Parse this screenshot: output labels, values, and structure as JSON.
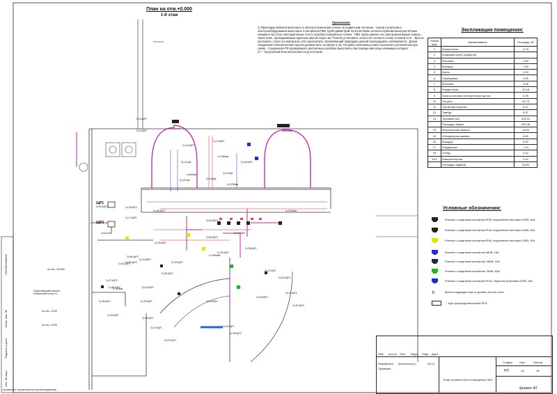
{
  "header": {
    "title": "План на отм.+0.000",
    "subtitle": "1-й этаж"
  },
  "notes": {
    "heading": "Примечания:",
    "items": [
      "1) Прокладку кабелей выполнить в электротехнических лотках за подвесным потолком , спуски к розеткам и электрооборудованию выполнить в негорючей ПВХ трубе диаметром 16,20,25,32мм согласно приложенным расчётным схемам в пустотах гипсокартонных стен и штробах в кирпичных стенах . ПВХ трубы крепить на электромонтажные хомуты , через 0,5м., прокидываемые красным цветом через 1м. Розетки установить на высоте согласно плану силовой сети . Трассы проложить строго по вертикали, или горизонтали. Заземляющий проводник длиной прокладывать затягиваются . Длина соединения электрической скрутки должна быть не менее 5 см. По факту монтажных работ выполнить исполнительную схему . Соединение РЕ-проводника в распаечных коробках выполнить при помощи винтовых клеммных колодок;",
      "2) * - внутренний блок расположен под потолком ."
    ]
  },
  "explication": {
    "title": "Экспликация помещения:",
    "headers": [
      "Номер пом.",
      "Наименование",
      "Площадь, м²"
    ],
    "rows": [
      [
        "1",
        "Загрузочная",
        "2.19"
      ],
      [
        "2",
        "Кладовая сухих продуктов",
        ""
      ],
      [
        "3",
        "Моечная",
        "2.59"
      ],
      [
        "4",
        "Коридор",
        "7.84"
      ],
      [
        "5",
        "Кухня",
        "2.53"
      ],
      [
        "6",
        "Сервировка",
        "3.95"
      ],
      [
        "7",
        "Моечная",
        "4.06"
      ],
      [
        "8",
        "Раздаточная",
        "12.18"
      ],
      [
        "9",
        "Зона установки электрических щитов",
        "0.39"
      ],
      [
        "10",
        "Св-узел",
        "32.73"
      ],
      [
        "11",
        "Туалетная комната",
        "6.37"
      ],
      [
        "12",
        "Тамбур",
        "6.37"
      ],
      [
        "13",
        "Торговый зал",
        "103.31"
      ],
      [
        "",
        "Площадь общая:",
        "205.48"
      ],
      [
        "14",
        "Морозильная камера",
        "14.00"
      ],
      [
        "15",
        "Холодильная камера",
        "8.80"
      ],
      [
        "16",
        "Коридор",
        "9.00"
      ],
      [
        "17",
        "Раздевалка",
        "7.19"
      ],
      [
        "18",
        "Склад",
        "2.42"
      ],
      [
        "18.1",
        "Компрессорная",
        "2.42"
      ],
      [
        "",
        "Площадь подвала",
        "43.83"
      ]
    ]
  },
  "legend": {
    "title": "Условные обозначения:",
    "items": [
      {
        "text": "Розетка с защитным контактом IP20, внутреннего монтажа 220В, 16А",
        "color": "#222222"
      },
      {
        "text": "Розетка с защитным контактом IP44, внутреннего монтажа 220В, 16А",
        "color": "#222222"
      },
      {
        "text": "Розетка с защитным контактом IP44, внутреннего монтажа 220В, 20А",
        "color": "#e8e000"
      },
      {
        "text": "Розетка с защитным контактом 380В, 16А",
        "color": "#1f2bd6"
      },
      {
        "text": "Розетка с защитным контактом, 380В, 20А",
        "color": "#2a2a2a"
      },
      {
        "text": "Розетка с защитным контактом, 380В, 63А",
        "color": "#18b81f"
      },
      {
        "text": "Розетка с защитным контактом IP44, открытой установки 220В, 16А",
        "color": "#1f2bd6"
      },
      {
        "text": "Высота подвода в мм от уровня чистого пола",
        "color": "#222222"
      },
      {
        "text": "Щит распределительный IP31",
        "color": "#222222"
      }
    ]
  },
  "title_block": {
    "columns": [
      "Изм.",
      "Кол.уч",
      "Лист",
      "№док.",
      "Подп.",
      "Дата"
    ],
    "rows": [
      [
        "Разработал",
        "Мозголов Д.О.",
        "",
        "05.12"
      ],
      [
        "Проверил",
        "",
        "",
        ""
      ]
    ],
    "stage_header": [
      "Стадия",
      "Лист",
      "Листов"
    ],
    "stage_values": [
      "РП",
      "14",
      "18"
    ],
    "sheet_title": "План силовой сети в помещении ПБО",
    "format": "формат А2"
  },
  "side": {
    "agreed": "СОГЛАСОВАНО",
    "inv": "Взам. инв. №",
    "sign": "Подпись и дата",
    "inv_orig": "Инв. № подл.",
    "footer": "Уровниать строительное проектирование"
  },
  "plan": {
    "panel_main": "ЩР2",
    "panel_main2": "ЩР1",
    "elev_1": "на отм. +16.800",
    "elev_2": "на отм. -5.000",
    "elev_3": "на отм. -5.000",
    "existing": "Существующий электро-технический стояк 5.1",
    "room_labels": [
      {
        "text": "Гр.9-ЩР1"
      },
      {
        "text": "Гр.8-ЩР1"
      },
      {
        "text": "Гр.10-ЩР2"
      },
      {
        "text": "Гр.11-ЩР2"
      },
      {
        "text": "Гр.12-ЩК"
      },
      {
        "text": "Гр.13-ЩК"
      },
      {
        "text": "Гр.14-ЩК"
      },
      {
        "text": "Гр.15-ЩК"
      },
      {
        "text": "Гр.16-ЩР2"
      },
      {
        "text": "Гр.17-ЩР1"
      },
      {
        "text": "Гр.18-ЩР2"
      },
      {
        "text": "Гр.20-ЩР2"
      },
      {
        "text": "Гр.21-ЩР2"
      },
      {
        "text": "Гр.22-ЩР1"
      },
      {
        "text": "Гр.23-ЩР2"
      },
      {
        "text": "Гр.24-ЩР1"
      },
      {
        "text": "Гр.25-ЩР1"
      },
      {
        "text": "Гр.26-ЩР1"
      },
      {
        "text": "Гр.27-ЩР1"
      },
      {
        "text": "Гр.28-ЩР2"
      },
      {
        "text": "Гр.29-ЩР1"
      },
      {
        "text": "Гр.30-ЩР2"
      },
      {
        "text": "Гр.31-ЩР1"
      },
      {
        "text": "Гр.32-ЩР1"
      },
      {
        "text": "Гр.33-ЩР2"
      },
      {
        "text": "Гр.34-ЩР1"
      },
      {
        "text": "Гр.35-ЩР2"
      },
      {
        "text": "Гр.36-ЩР2"
      },
      {
        "text": "Гр.37-ЩР1"
      },
      {
        "text": "Гр.38-ЩР1"
      },
      {
        "text": "Гр.40-ЩР2"
      },
      {
        "text": "Гр.41-ЩР1"
      },
      {
        "text": "Гр.42-ЩР2"
      },
      {
        "text": "Гр.44-ЩР2"
      },
      {
        "text": "Гр.45-ЩР2"
      },
      {
        "text": "Гр.46-ЩР2"
      },
      {
        "text": "Гр.47-ЩР2"
      },
      {
        "text": "Гр.48-ЩР2"
      },
      {
        "text": "Гр.49-ЩР2"
      },
      {
        "text": "Гр.50-ЩР2"
      },
      {
        "text": "Гр.51-ЩР2"
      },
      {
        "text": "Гр.52-ЩР2"
      },
      {
        "text": "h=800мм"
      },
      {
        "text": "h=1100мм"
      },
      {
        "text": "h=1500мм"
      },
      {
        "text": "h=300мм"
      },
      {
        "text": "h=1250мм"
      },
      {
        "text": "h=2700мм"
      }
    ]
  }
}
